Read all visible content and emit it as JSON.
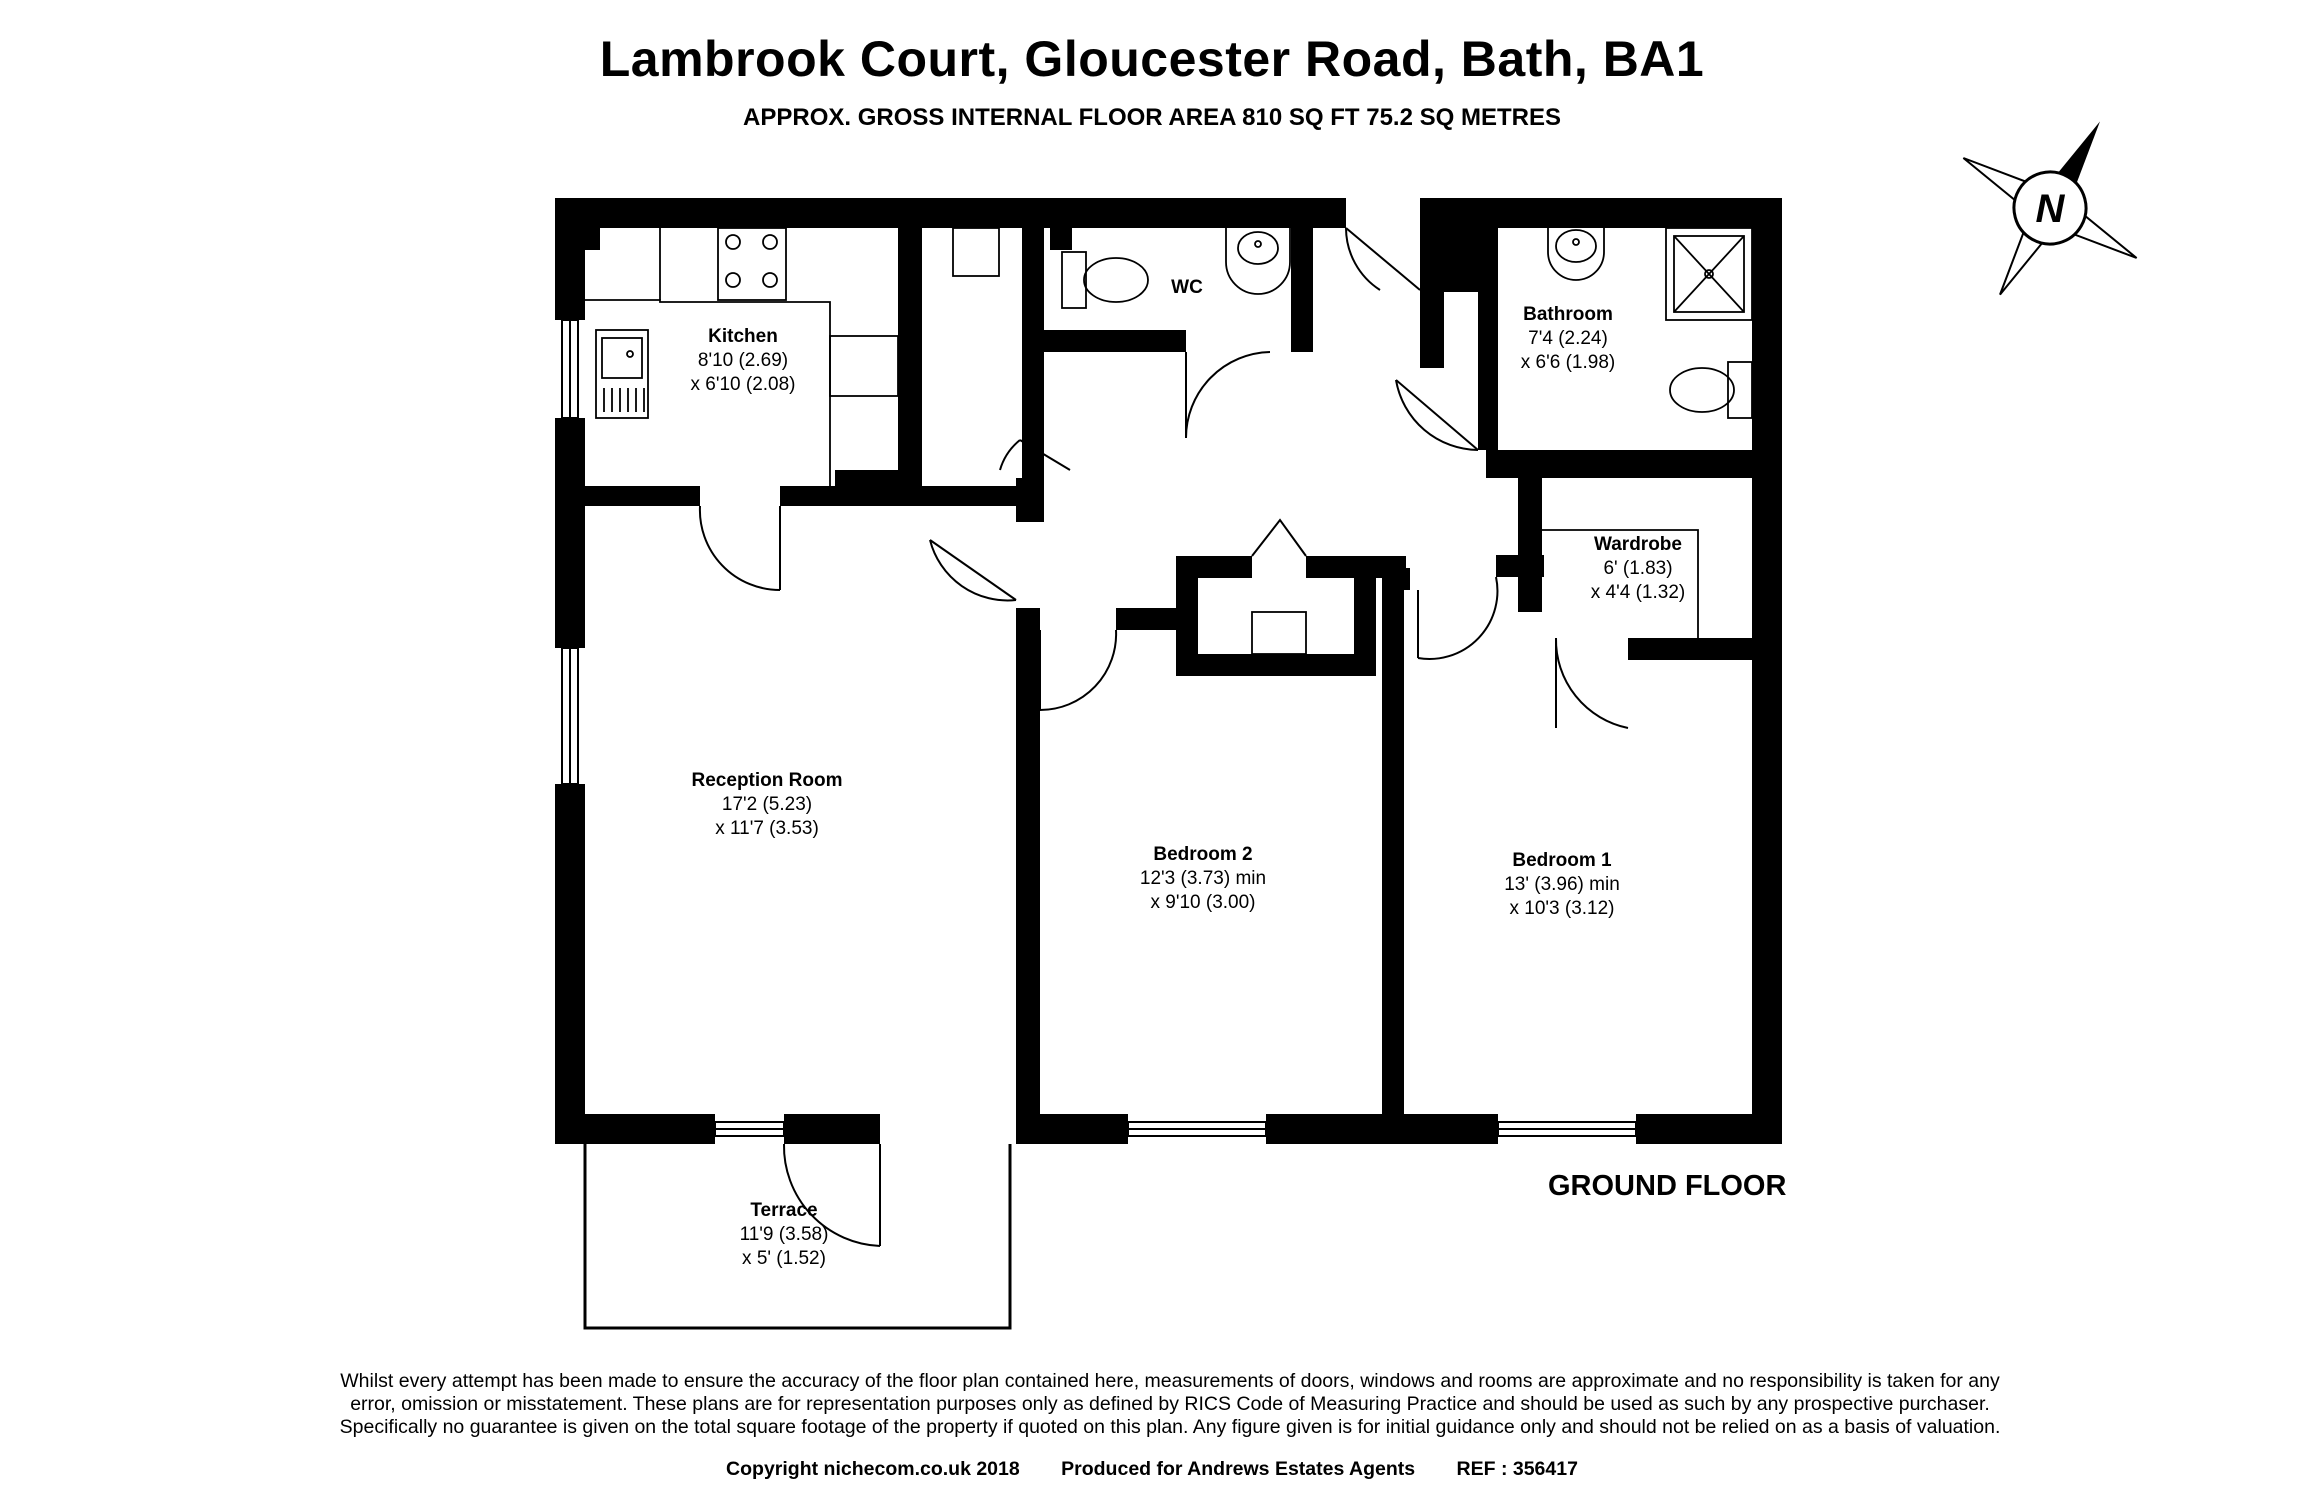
{
  "header": {
    "title": "Lambrook Court, Gloucester Road, Bath, BA1",
    "subtitle": "APPROX. GROSS INTERNAL FLOOR AREA 810 SQ FT 75.2 SQ METRES"
  },
  "compass": {
    "letter": "N"
  },
  "rooms": {
    "kitchen": {
      "name": "Kitchen",
      "dim1": "8'10 (2.69)",
      "dim2": "x 6'10 (2.08)"
    },
    "wc": {
      "name": "WC"
    },
    "bathroom": {
      "name": "Bathroom",
      "dim1": "7'4 (2.24)",
      "dim2": "x 6'6 (1.98)"
    },
    "wardrobe": {
      "name": "Wardrobe",
      "dim1": "6' (1.83)",
      "dim2": "x 4'4 (1.32)"
    },
    "reception": {
      "name": "Reception Room",
      "dim1": "17'2 (5.23)",
      "dim2": "x 11'7 (3.53)"
    },
    "bedroom2": {
      "name": "Bedroom 2",
      "dim1": "12'3 (3.73) min",
      "dim2": "x 9'10 (3.00)"
    },
    "bedroom1": {
      "name": "Bedroom 1",
      "dim1": "13' (3.96) min",
      "dim2": "x 10'3 (3.12)"
    },
    "terrace": {
      "name": "Terrace",
      "dim1": "11'9 (3.58)",
      "dim2": "x 5' (1.52)"
    }
  },
  "floor_label": "GROUND FLOOR",
  "disclaimer": [
    "Whilst every attempt has been made to ensure the accuracy of the floor plan contained here, measurements of doors, windows and rooms are approximate and no responsibility is taken for any",
    "error, omission or misstatement. These plans are for representation purposes only as defined by RICS Code of Measuring Practice and should be used as such by any prospective purchaser.",
    "Specifically no guarantee is given on the total square footage of the property if quoted on this plan. Any figure given is for initial guidance only and should not be relied on as a basis of valuation."
  ],
  "footer": {
    "copyright": "Copyright nichecom.co.uk 2018",
    "produced": "Produced for Andrews Estates Agents",
    "ref": "REF : 356417"
  }
}
